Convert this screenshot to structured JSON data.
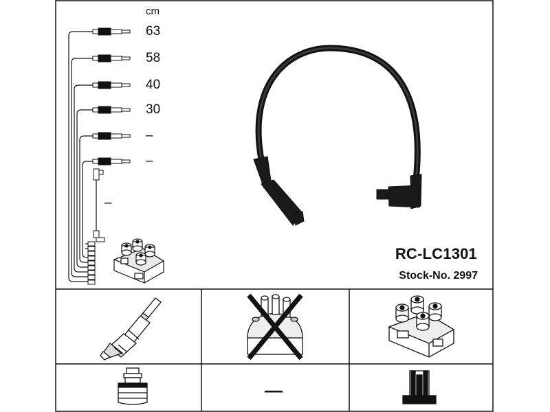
{
  "legend": {
    "unit_label": "cm",
    "lengths": [
      "63",
      "58",
      "40",
      "30",
      "–",
      "–"
    ],
    "extra_lead_value": "–"
  },
  "product": {
    "code": "RC-LC1301",
    "stock_number": "Stock-No. 2997"
  },
  "components": {
    "spark_plug": {
      "icon": "spark-plug-icon"
    },
    "distributor_cap": {
      "icon": "distributor-cap-icon",
      "status": "crossed-out"
    },
    "ignition_coil": {
      "icon": "ignition-coil-icon"
    },
    "plug_connector": {
      "icon": "plug-connector-icon"
    },
    "middle_value": "—",
    "coil_connector": {
      "icon": "coil-connector-icon"
    }
  }
}
